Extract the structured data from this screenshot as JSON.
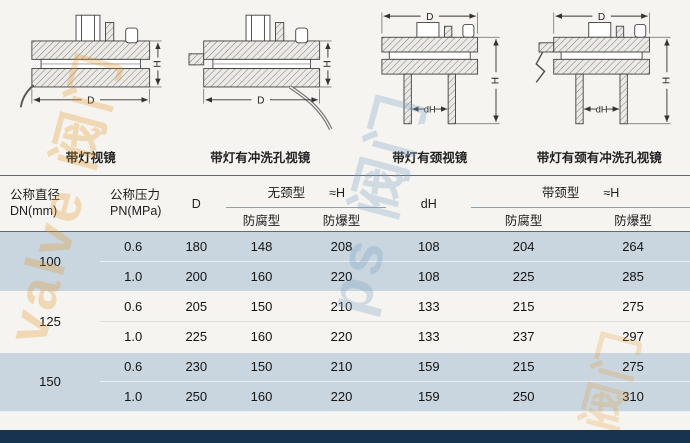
{
  "colors": {
    "shade_row": "#c9d6df",
    "bottom_bar": "#16334f",
    "watermark_orange": "#e29830",
    "watermark_blue": "#7da5c6"
  },
  "watermark": {
    "text_a": "valve 阀门",
    "text_b": "ps 阀门",
    "text_c": "阀门"
  },
  "drawings": [
    {
      "caption": "带灯视镜",
      "labels": {
        "D": "D",
        "H": "H"
      }
    },
    {
      "caption": "带灯有冲洗孔视镜",
      "labels": {
        "D": "D",
        "H": "H"
      }
    },
    {
      "caption": "带灯有颈视镜",
      "labels": {
        "D": "D",
        "H": "H",
        "dH": "dH"
      }
    },
    {
      "caption": "带灯有颈有冲洗孔视镜",
      "labels": {
        "D": "D",
        "H": "H",
        "dH": "dH"
      }
    }
  ],
  "table": {
    "header": {
      "dn_line1": "公称直径",
      "dn_line2": "DN(mm)",
      "pn_line1": "公称压力",
      "pn_line2": "PN(MPa)",
      "d": "D",
      "neckless_group": "无颈型",
      "necked_group": "带颈型",
      "approx_h": "≈H",
      "dh": "dH",
      "anti_corrosion": "防腐型",
      "explosion_proof": "防爆型"
    },
    "rows": [
      {
        "dn": "100",
        "pn": "0.6",
        "d": "180",
        "wfc": "148",
        "wfb": "208",
        "dh": "108",
        "dfc": "204",
        "dfb": "264"
      },
      {
        "pn": "1.0",
        "d": "200",
        "wfc": "160",
        "wfb": "220",
        "dh": "108",
        "dfc": "225",
        "dfb": "285"
      },
      {
        "dn": "125",
        "pn": "0.6",
        "d": "205",
        "wfc": "150",
        "wfb": "210",
        "dh": "133",
        "dfc": "215",
        "dfb": "275"
      },
      {
        "pn": "1.0",
        "d": "225",
        "wfc": "160",
        "wfb": "220",
        "dh": "133",
        "dfc": "237",
        "dfb": "297"
      },
      {
        "dn": "150",
        "pn": "0.6",
        "d": "230",
        "wfc": "150",
        "wfb": "210",
        "dh": "159",
        "dfc": "215",
        "dfb": "275"
      },
      {
        "pn": "1.0",
        "d": "250",
        "wfc": "160",
        "wfb": "220",
        "dh": "159",
        "dfc": "250",
        "dfb": "310"
      }
    ]
  }
}
